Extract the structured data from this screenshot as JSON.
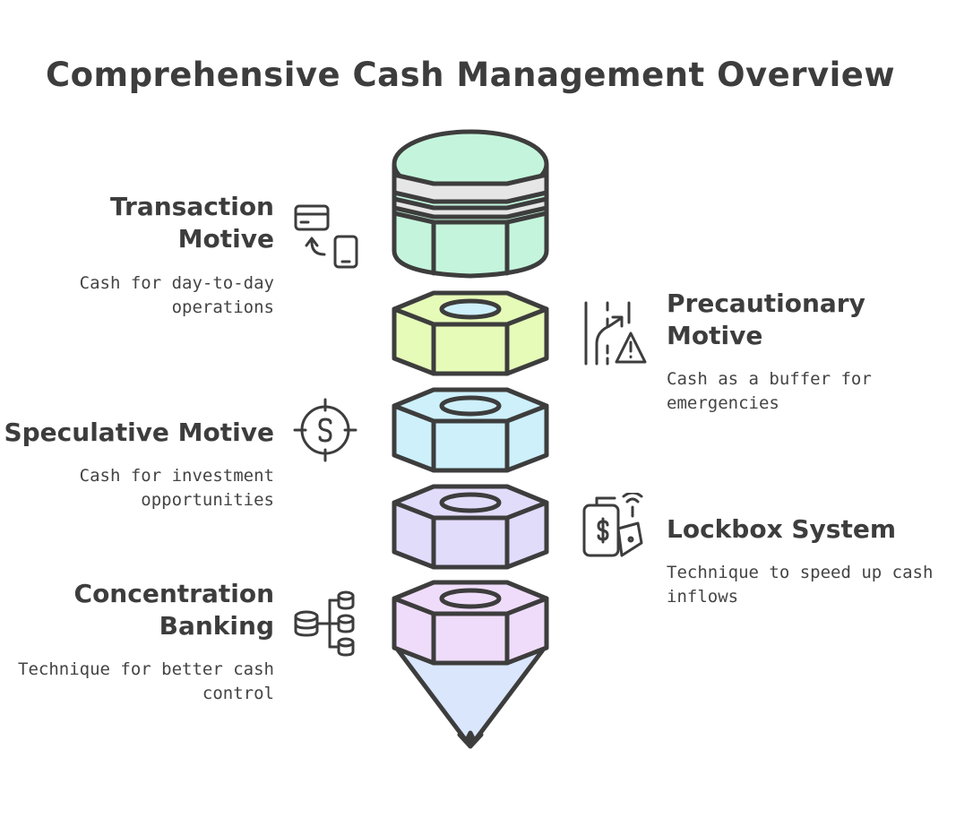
{
  "title": "Comprehensive Cash Management Overview",
  "items": [
    {
      "heading": "Transaction Motive",
      "heading_line1": "Transaction",
      "heading_line2": "Motive",
      "description": "Cash for day-to-day operations",
      "desc_line1": "Cash for day-to-day",
      "desc_line2": "operations",
      "icon": "card-phone-transfer-icon",
      "color": "#c4f5dc"
    },
    {
      "heading": "Precautionary Motive",
      "heading_line1": "Precautionary",
      "heading_line2": "Motive",
      "description": "Cash as a buffer for emergencies",
      "desc_line1": "Cash as a buffer for",
      "desc_line2": "emergencies",
      "icon": "road-warning-icon",
      "color": "#e6fbb8"
    },
    {
      "heading": "Speculative Motive",
      "description": "Cash for investment opportunities",
      "desc_line1": "Cash for investment",
      "desc_line2": "opportunities",
      "icon": "dollar-target-icon",
      "color": "#cdf0fb"
    },
    {
      "heading": "Lockbox System",
      "description": "Technique to speed up cash inflows",
      "desc_line1": "Technique to speed up cash",
      "desc_line2": "inflows",
      "icon": "wireless-wallet-icon",
      "color": "#e2dcfb"
    },
    {
      "heading": "Concentration Banking",
      "heading_line1": "Concentration",
      "heading_line2": "Banking",
      "description": "Technique for better cash control",
      "desc_line1": "Technique for better cash",
      "desc_line2": "control",
      "icon": "database-merge-icon",
      "color": "#efdcfa"
    }
  ],
  "colors": {
    "stroke": "#3d3d3d",
    "top_cap": "#c4f5dc",
    "tip": "#d9e6fc",
    "band": "#e6e6e6"
  }
}
